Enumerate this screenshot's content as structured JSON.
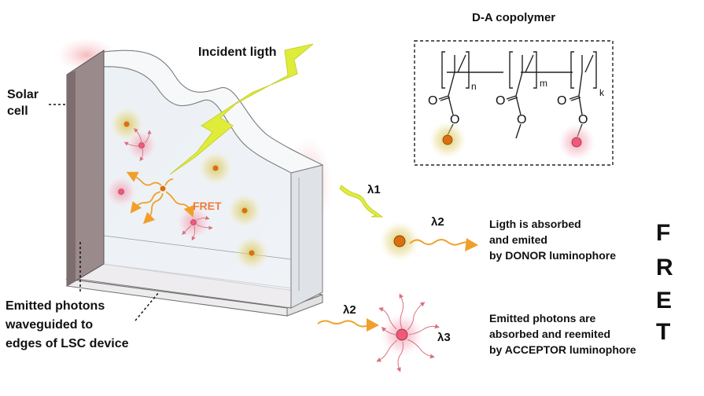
{
  "labels": {
    "solar_cell_line1": "Solar",
    "solar_cell_line2": "cell",
    "incident_light": "Incident ligth",
    "fret_inline": "FRET",
    "emitted_line1": "Emitted photons",
    "emitted_line2": "waveguided to",
    "emitted_line3": "edges of LSC device",
    "copolymer_title": "D-A copolymer",
    "lambda1": "λ1",
    "lambda2_top": "λ2",
    "lambda2_bottom": "λ2",
    "lambda3": "λ3",
    "donor_line1": "Ligth is absorbed",
    "donor_line2": "and emited",
    "donor_line3": "by DONOR luminophore",
    "acceptor_line1": "Emitted photons are",
    "acceptor_line2": "absorbed and reemited",
    "acceptor_line3": "by ACCEPTOR luminophore"
  },
  "fret_vertical": [
    "F",
    "R",
    "E",
    "T"
  ],
  "copolymer": {
    "subscripts": [
      "n",
      "m",
      "k"
    ],
    "atom_O": "O"
  },
  "colors": {
    "donor": "#d9700f",
    "donor_glow": "#d8c45a",
    "acceptor": "#ee5a77",
    "acceptor_glow": "#f3a3b3",
    "photon_orange": "#f0a02a",
    "incident_yellow": "#dfec3a",
    "fret_label": "#f07a3c",
    "glass_edge": "#ef8f96"
  }
}
